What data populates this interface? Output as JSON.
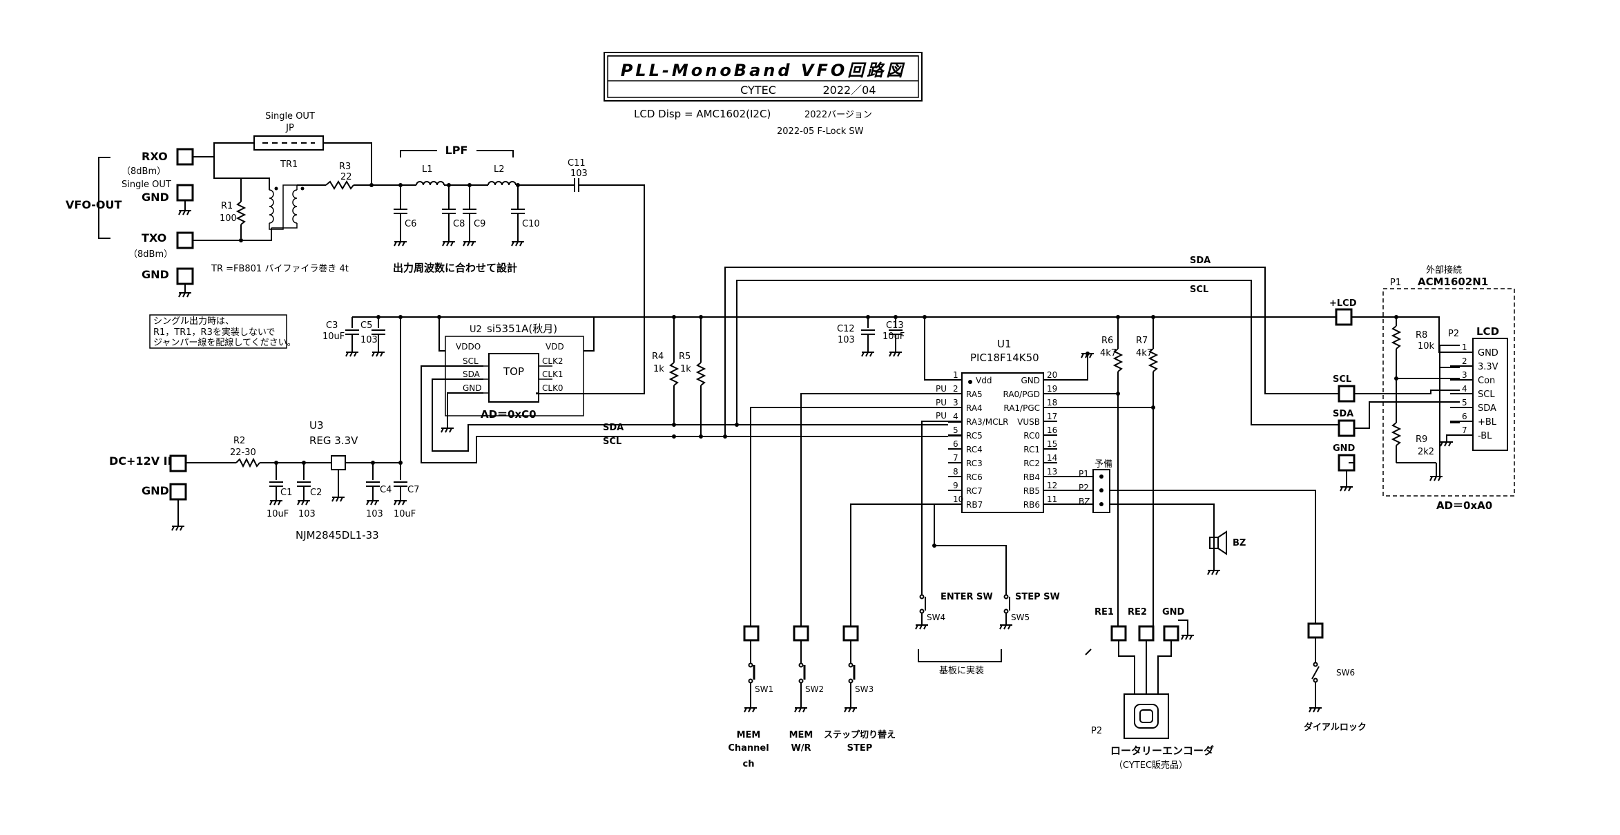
{
  "title": {
    "main": "PLL-MonoBand  VFO回路図",
    "maker": "CYTEC",
    "date": "2022／04",
    "lcd_disp": "LCD Disp = AMC1602(I2C)",
    "version": "2022バージョン",
    "revision": "2022-05  F-Lock SW"
  },
  "vfo_out": {
    "label": "VFO-OUT",
    "rxo": "RXO",
    "rxo_level": "（8dBm）",
    "single_out": "Single OUT",
    "gnd1": "GND",
    "txo": "TXO",
    "txo_level": "（8dBm）",
    "gnd2": "GND"
  },
  "jp": {
    "title": "Single OUT",
    "name": "JP"
  },
  "tr1": {
    "name": "TR1",
    "note": "TR =FB801  バイファイラ巻き  4t"
  },
  "r1": {
    "name": "R1",
    "value": "100"
  },
  "r3": {
    "name": "R3",
    "value": "22"
  },
  "lpf": {
    "title": "LPF",
    "l1": "L1",
    "l2": "L2",
    "c6": "C6",
    "c8": "C8",
    "c9": "C9",
    "c10": "C10",
    "note": "出力周波数に合わせて設計"
  },
  "c11": {
    "name": "C11",
    "value": "103"
  },
  "single_note": [
    "シングル出力時は、",
    "R1，TR1，R3を実装しないで",
    "ジャンパー線を配線してください。"
  ],
  "c3": {
    "name": "C3",
    "value": "10uF"
  },
  "c5": {
    "name": "C5",
    "value": "103"
  },
  "u2": {
    "ref": "U2",
    "part": "si5351A(秋月)",
    "body": "TOP",
    "pins_left": [
      "VDDO",
      "SCL",
      "SDA",
      "GND"
    ],
    "pins_right": [
      "VDD",
      "CLK2",
      "CLK1",
      "CLK0"
    ],
    "addr": "AD＝0xC0"
  },
  "r4": {
    "name": "R4",
    "value": "1k"
  },
  "r5": {
    "name": "R5",
    "value": "1k"
  },
  "c12": {
    "name": "C12",
    "value": "103"
  },
  "c13": {
    "name": "C13",
    "value": "10uF"
  },
  "u1": {
    "ref": "U1",
    "part": "PIC18F14K50",
    "pins_left": [
      "Vdd",
      "RA5",
      "RA4",
      "RA3/MCLR",
      "RC5",
      "RC4",
      "RC3",
      "RC6",
      "RC7",
      "RB7"
    ],
    "pins_right": [
      "GND",
      "RA0/PGD",
      "RA1/PGC",
      "VUSB",
      "RC0",
      "RC1",
      "RC2",
      "RB4",
      "RB5",
      "RB6"
    ],
    "nums_left": [
      "1",
      "2",
      "3",
      "4",
      "5",
      "6",
      "7",
      "8",
      "9",
      "10"
    ],
    "nums_right": [
      "20",
      "19",
      "18",
      "17",
      "16",
      "15",
      "14",
      "13",
      "12",
      "11"
    ],
    "pullups": [
      "PU",
      "PU",
      "PU"
    ]
  },
  "r6": {
    "name": "R6",
    "value": "4k7"
  },
  "r7": {
    "name": "R7",
    "value": "4k7"
  },
  "spare": {
    "title": "予備",
    "pins": [
      "P1",
      "P2",
      "BZ"
    ]
  },
  "bus": {
    "sda": "SDA",
    "scl": "SCL"
  },
  "u3": {
    "ref": "U3",
    "part": "REG 3.3V",
    "model": "NJM2845DL1-33"
  },
  "dc": {
    "in": "DC+12V IN",
    "gnd": "GND"
  },
  "r2": {
    "name": "R2",
    "value": "22-30"
  },
  "c1": {
    "name": "C1",
    "value": "10uF"
  },
  "c2": {
    "name": "C2",
    "value": "103"
  },
  "c4": {
    "name": "C4",
    "value": "103"
  },
  "c7": {
    "name": "C7",
    "value": "10uF"
  },
  "ext": {
    "title": "外部接続",
    "p1": "P1",
    "module": "ACM1602N1",
    "plcd": "+LCD",
    "scl": "SCL",
    "sda": "SDA",
    "gnd": "GND",
    "addr": "AD＝0xA0"
  },
  "r8": {
    "name": "R8",
    "value": "10k"
  },
  "r9": {
    "name": "R9",
    "value": "2k2"
  },
  "lcd": {
    "p2": "P2",
    "title": "LCD",
    "nums": [
      "1",
      "2",
      "3",
      "4",
      "5",
      "6",
      "7"
    ],
    "pins": [
      "GND",
      "3.3V",
      "Con",
      "SCL",
      "SDA",
      "+BL",
      "-BL"
    ]
  },
  "bz": "BZ",
  "sw": {
    "sw1": "SW1",
    "sw2": "SW2",
    "sw3": "SW3",
    "sw4": "SW4",
    "sw5": "SW5",
    "sw6": "SW6",
    "enter": "ENTER SW",
    "step": "STEP SW",
    "onboard": "基板に実装",
    "mem_ch": [
      "MEM",
      "Channel",
      "ch"
    ],
    "mem_wr": [
      "MEM",
      "W/R"
    ],
    "step_sel": [
      "ステップ切り替え",
      "STEP"
    ],
    "dial_lock": "ダイアルロック"
  },
  "encoder": {
    "re1": "RE1",
    "re2": "RE2",
    "gnd": "GND",
    "p2": "P2",
    "name": "ロータリーエンコーダ",
    "note": "（CYTEC販売品）"
  }
}
